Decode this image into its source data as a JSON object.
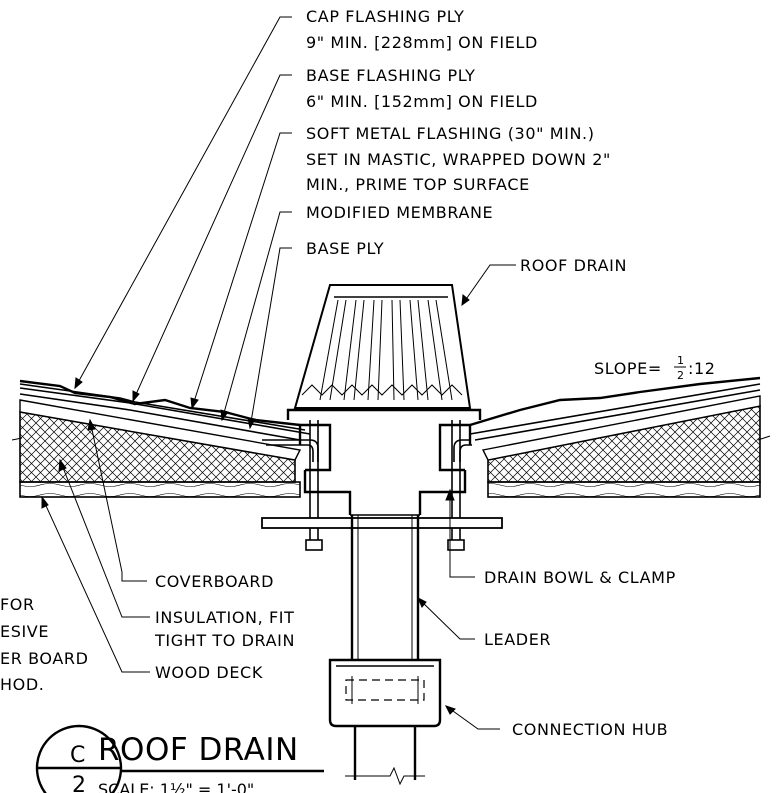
{
  "callouts": {
    "cap_flashing_1": "CAP FLASHING PLY",
    "cap_flashing_2": "9\" MIN. [228mm] ON FIELD",
    "base_flashing_1": "BASE FLASHING PLY",
    "base_flashing_2": "6\" MIN. [152mm] ON FIELD",
    "soft_metal_1": "SOFT METAL FLASHING (30\" MIN.)",
    "soft_metal_2": "SET IN MASTIC, WRAPPED DOWN 2\"",
    "soft_metal_3": "MIN., PRIME TOP SURFACE",
    "modified_membrane": "MODIFIED MEMBRANE",
    "base_ply": "BASE PLY",
    "roof_drain": "ROOF DRAIN",
    "slope_prefix": "SLOPE=",
    "slope_num": "1",
    "slope_den": "2",
    "slope_suffix": ":12",
    "coverboard": "COVERBOARD",
    "drain_bowl": "DRAIN BOWL & CLAMP",
    "insulation_1": "INSULATION, FIT",
    "insulation_2": "TIGHT TO DRAIN",
    "leader": "LEADER",
    "wood_deck": "WOOD DECK",
    "connection_hub": "CONNECTION HUB"
  },
  "left_note": {
    "line1": "FOR",
    "line2": "ESIVE",
    "line3": "ER BOARD",
    "line4": "HOD."
  },
  "title_block": {
    "detail_letter": "C",
    "sheet_number": "2",
    "title": "ROOF DRAIN",
    "scale_text": "SCALE: 1½\" = 1'-0\""
  }
}
